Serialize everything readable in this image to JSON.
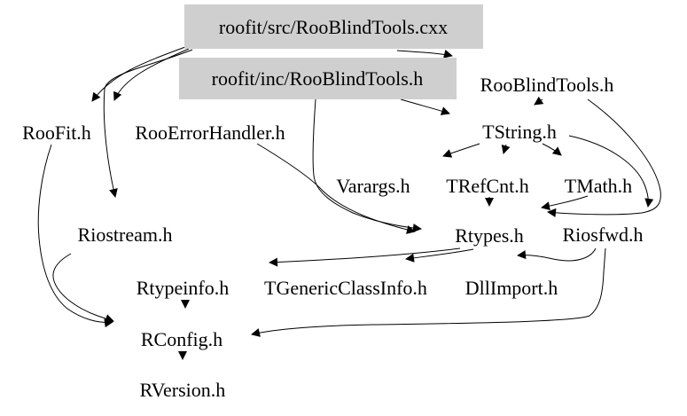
{
  "diagram": {
    "type": "include-dependency-graph",
    "background_color": "#ffffff",
    "highlight_box_color": "#cfcfcf",
    "text_color": "#000000",
    "edge_color": "#000000",
    "nodes": {
      "cxx": {
        "label": "roofit/src/RooBlindTools.cxx",
        "boxed": true
      },
      "inc": {
        "label": "roofit/inc/RooBlindTools.h",
        "boxed": true
      },
      "rooblindtools": {
        "label": "RooBlindTools.h"
      },
      "roofit": {
        "label": "RooFit.h"
      },
      "rooerrorhandler": {
        "label": "RooErrorHandler.h"
      },
      "tstring": {
        "label": "TString.h"
      },
      "varargs": {
        "label": "Varargs.h"
      },
      "trefcnt": {
        "label": "TRefCnt.h"
      },
      "tmath": {
        "label": "TMath.h"
      },
      "riostream": {
        "label": "Riostream.h"
      },
      "rtypes": {
        "label": "Rtypes.h"
      },
      "riosfwd": {
        "label": "Riosfwd.h"
      },
      "rtypeinfo": {
        "label": "Rtypeinfo.h"
      },
      "tgenericclassinfo": {
        "label": "TGenericClassInfo.h"
      },
      "dllimport": {
        "label": "DllImport.h"
      },
      "rconfig": {
        "label": "RConfig.h"
      },
      "rversion": {
        "label": "RVersion.h"
      }
    },
    "edges": [
      {
        "from": "roofit/src/RooBlindTools.cxx",
        "to": "RooBlindTools.h"
      },
      {
        "from": "roofit/src/RooBlindTools.cxx",
        "to": "RooFit.h"
      },
      {
        "from": "roofit/src/RooBlindTools.cxx",
        "to": "RooErrorHandler.h"
      },
      {
        "from": "roofit/src/RooBlindTools.cxx",
        "to": "Riostream.h"
      },
      {
        "from": "roofit/inc/RooBlindTools.h",
        "to": "TString.h"
      },
      {
        "from": "roofit/inc/RooBlindTools.h",
        "to": "Rtypes.h"
      },
      {
        "from": "RooBlindTools.h",
        "to": "TString.h"
      },
      {
        "from": "RooBlindTools.h",
        "to": "Rtypes.h"
      },
      {
        "from": "RooErrorHandler.h",
        "to": "Rtypes.h"
      },
      {
        "from": "TString.h",
        "to": "Varargs.h"
      },
      {
        "from": "TString.h",
        "to": "TRefCnt.h"
      },
      {
        "from": "TString.h",
        "to": "TMath.h"
      },
      {
        "from": "TString.h",
        "to": "Riosfwd.h"
      },
      {
        "from": "TMath.h",
        "to": "Rtypes.h"
      },
      {
        "from": "TRefCnt.h",
        "to": "Rtypes.h"
      },
      {
        "from": "Riosfwd.h",
        "to": "Rtypes.h"
      },
      {
        "from": "Riosfwd.h",
        "to": "RConfig.h"
      },
      {
        "from": "Rtypes.h",
        "to": "Rtypeinfo.h"
      },
      {
        "from": "Rtypes.h",
        "to": "TGenericClassInfo.h"
      },
      {
        "from": "RooFit.h",
        "to": "RConfig.h"
      },
      {
        "from": "Riostream.h",
        "to": "RConfig.h"
      },
      {
        "from": "Rtypeinfo.h",
        "to": "RConfig.h"
      },
      {
        "from": "RConfig.h",
        "to": "RVersion.h"
      }
    ]
  }
}
